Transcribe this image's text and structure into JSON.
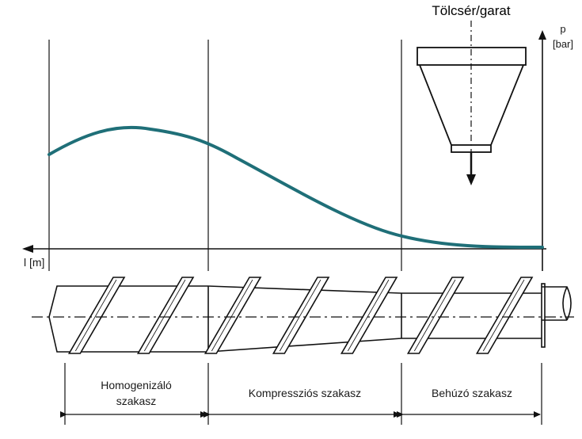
{
  "hopper": {
    "label": "Tölcsér/garat"
  },
  "axes": {
    "y_label_symbol": "p",
    "y_label_unit": "[bar]",
    "x_label": "l [m]"
  },
  "sections": [
    {
      "label_line1": "Homogenizáló",
      "label_line2": "szakasz"
    },
    {
      "label_line1": "Kompressziós szakasz"
    },
    {
      "label_line1": "Behúzó szakasz"
    }
  ],
  "colors": {
    "pressure_curve": "#1f6f78",
    "lines": "#111111"
  }
}
